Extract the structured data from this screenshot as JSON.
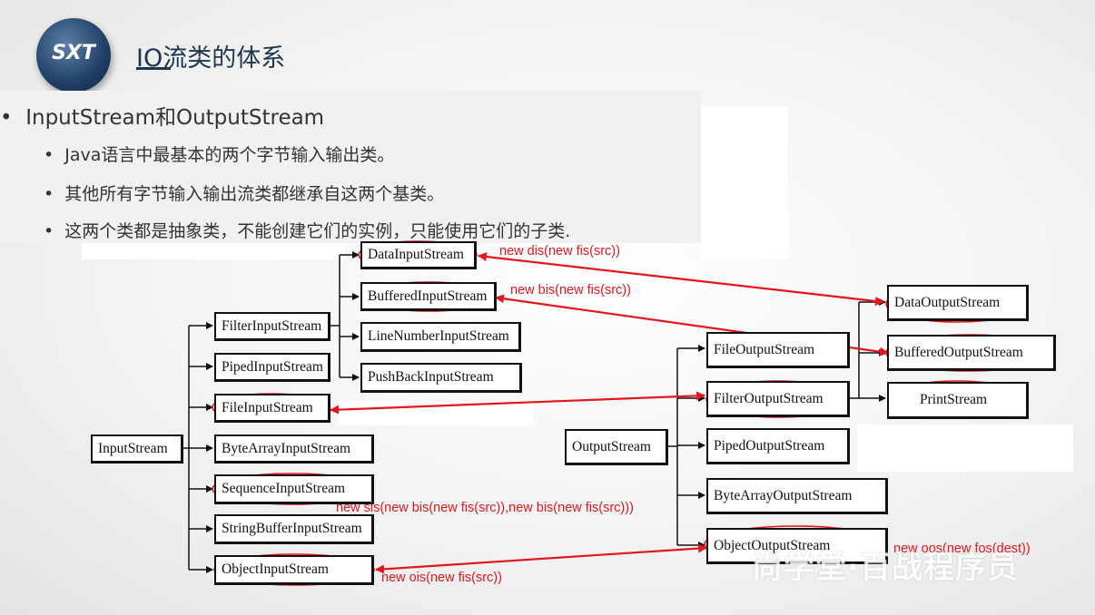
{
  "logo": {
    "text": "SXT"
  },
  "title": "IO流类的体系",
  "bullets": {
    "main": "InputStream和OutputStream",
    "items": [
      "Java语言中最基本的两个字节输入输出类。",
      "其他所有字节输入输出流类都继承自这两个基类。",
      "这两个类都是抽象类，不能创建它们的实例，只能使用它们的子类."
    ]
  },
  "input_tree": {
    "root": "InputStream",
    "children": [
      "FilterInputStream",
      "PipedInputStream",
      "FileInputStream",
      "ByteArrayInputStream",
      "SequenceInputStream",
      "StringBufferInputStream",
      "ObjectInputStream"
    ],
    "filter_children": [
      "DataInputStream",
      "BufferedInputStream",
      "LineNumberInputStream",
      "PushBackInputStream"
    ]
  },
  "output_tree": {
    "root": "OutputStream",
    "children": [
      "FileOutputStream",
      "FilterOutputStream",
      "PipedOutputStream",
      "ByteArrayOutputStream",
      "ObjectOutputStream"
    ],
    "filter_children": [
      "DataOutputStream",
      "BufferedOutputStream",
      "PrintStream"
    ]
  },
  "annotations": {
    "dis": "new dis(new fis(src))",
    "bis": "new bis(new fis(src))",
    "sis": "new sis(new bis(new fis(src)),new bis(new fis(src)))",
    "ois": "new ois(new fis(src))",
    "oos": "new oos(new fos(dest))"
  },
  "colors": {
    "annotation": "#e2161c",
    "title": "#1e3550",
    "box_border": "#111111"
  },
  "watermark": "尚学堂·百战程序员"
}
